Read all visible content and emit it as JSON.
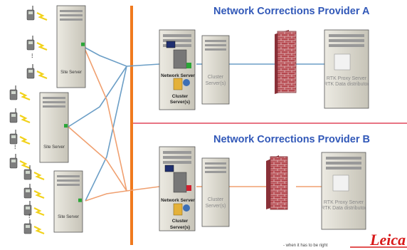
{
  "providers": [
    {
      "title": "Network Corrections Provider A",
      "network_server": "Network Server",
      "cluster": "Cluster",
      "cluster_servers": "Server(s)",
      "relay_cluster": "Cluster",
      "relay_servers": "Server(s)",
      "rtk_line1": "RTK Proxy Server",
      "rtk_line2": "RTK Data distributor"
    },
    {
      "title": "Network Corrections Provider B",
      "network_server": "Network Server",
      "cluster": "Cluster",
      "cluster_servers": "Server(s)",
      "relay_cluster": "Cluster",
      "relay_servers": "Server(s)",
      "rtk_line1": "RTK Proxy Server",
      "rtk_line2": "RTK Data distributor"
    }
  ],
  "site_servers": [
    "Site Server",
    "Site Server",
    "Site Server"
  ],
  "ellipsis": "⋮",
  "footer": {
    "tagline": "- when it has to be right",
    "logo": "Leica"
  },
  "colors": {
    "divider_orange": "#f07a1e",
    "divider_red": "#d9213a",
    "link_blue": "#6b9ec6",
    "link_orange": "#f0a070",
    "title_blue": "#3158b8",
    "firewall": "#b5484f"
  }
}
